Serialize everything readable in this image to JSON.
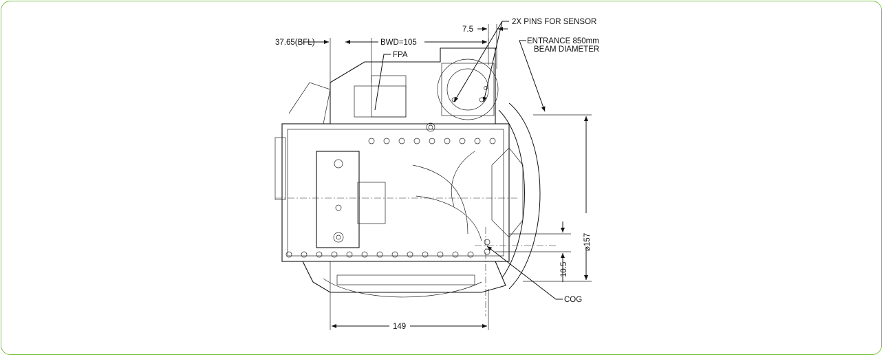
{
  "drawing": {
    "labels": {
      "bfl": "37.65(BFL)",
      "bwd": "BWD=105",
      "fpa": "FPA",
      "pin_offset": "7.5",
      "pins": "2X PINS FOR SENSOR",
      "entrance_line1": "ENTRANCE 850mm",
      "entrance_line2": "BEAM DIAMETER",
      "diameter": "⌀157",
      "cog_offset": "10.5",
      "cog": "COG",
      "width": "149"
    }
  },
  "colors": {
    "frame_border": "#7cc242",
    "line": "#111111"
  }
}
